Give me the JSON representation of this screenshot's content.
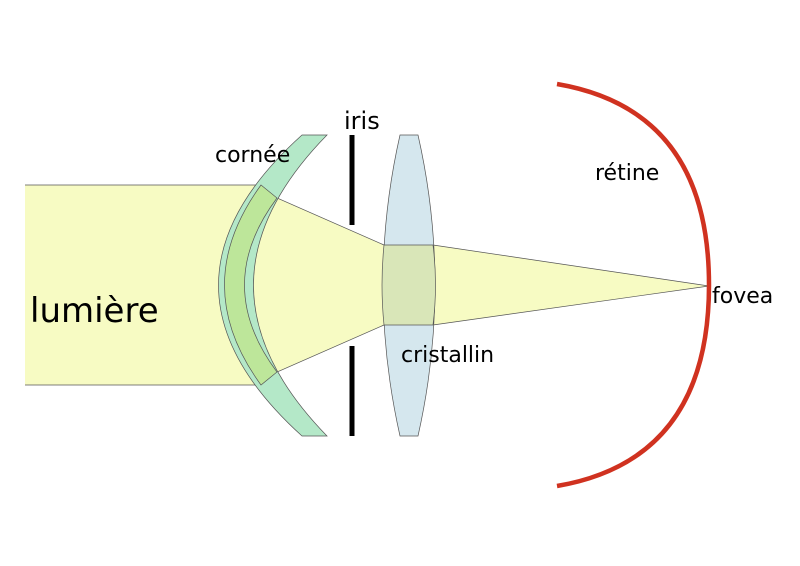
{
  "labels": {
    "light": "lumière",
    "cornea": "cornée",
    "iris": "iris",
    "retina": "rétine",
    "fovea": "fovea",
    "lens": "cristallin"
  },
  "colors": {
    "light_beam": "#f7fbc3",
    "cornea": "#b4e8c8",
    "cornea_overlap": "#bde69a",
    "lens": "#d5e7ee",
    "lens_overlap": "#d9e6b8",
    "iris": "#000000",
    "retina": "#d03220",
    "outline": "#555555"
  }
}
